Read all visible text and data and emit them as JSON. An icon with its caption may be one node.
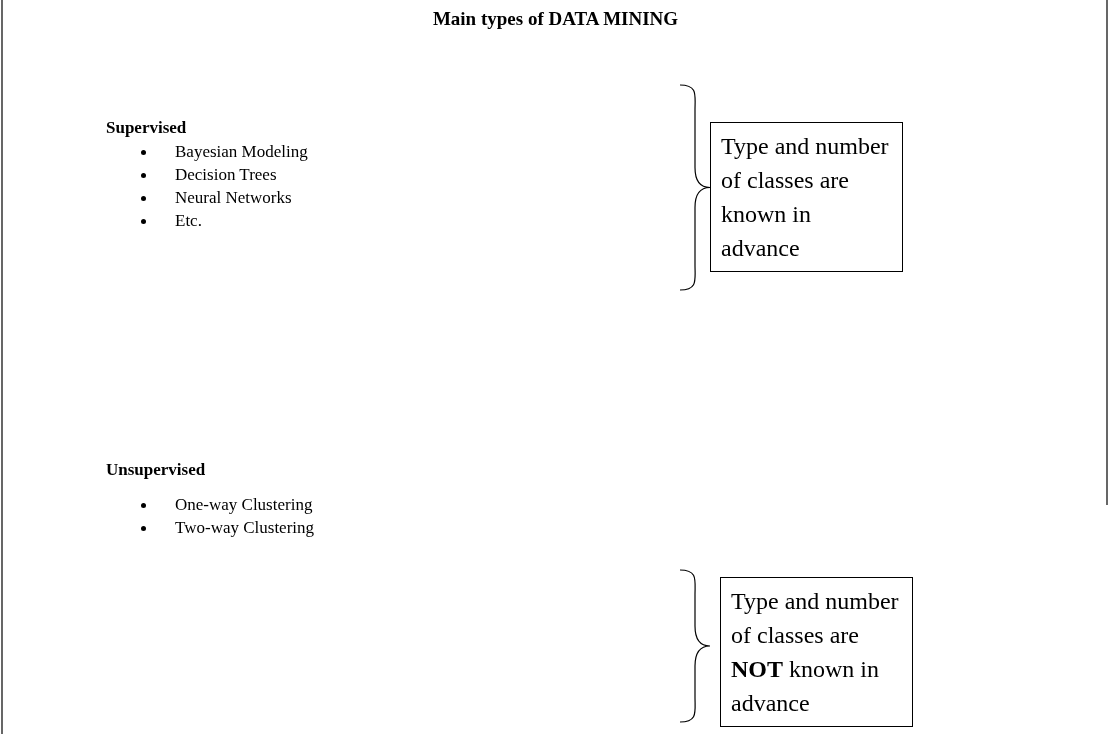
{
  "diagram": {
    "title": "Main types of DATA MINING",
    "nodes": [
      {
        "text": [
          "Type and number of classes are known in advance"
        ]
      },
      {
        "text": [
          "Type and number of classes are **NOT** known in advance"
        ]
      }
    ],
    "labels": [
      "Supervised",
      "Bayesian Modeling",
      "Decision Trees",
      "Neural Networks",
      "Etc.",
      "Unsupervised",
      "One-way Clustering",
      "Two-way Clustering"
    ]
  }
}
